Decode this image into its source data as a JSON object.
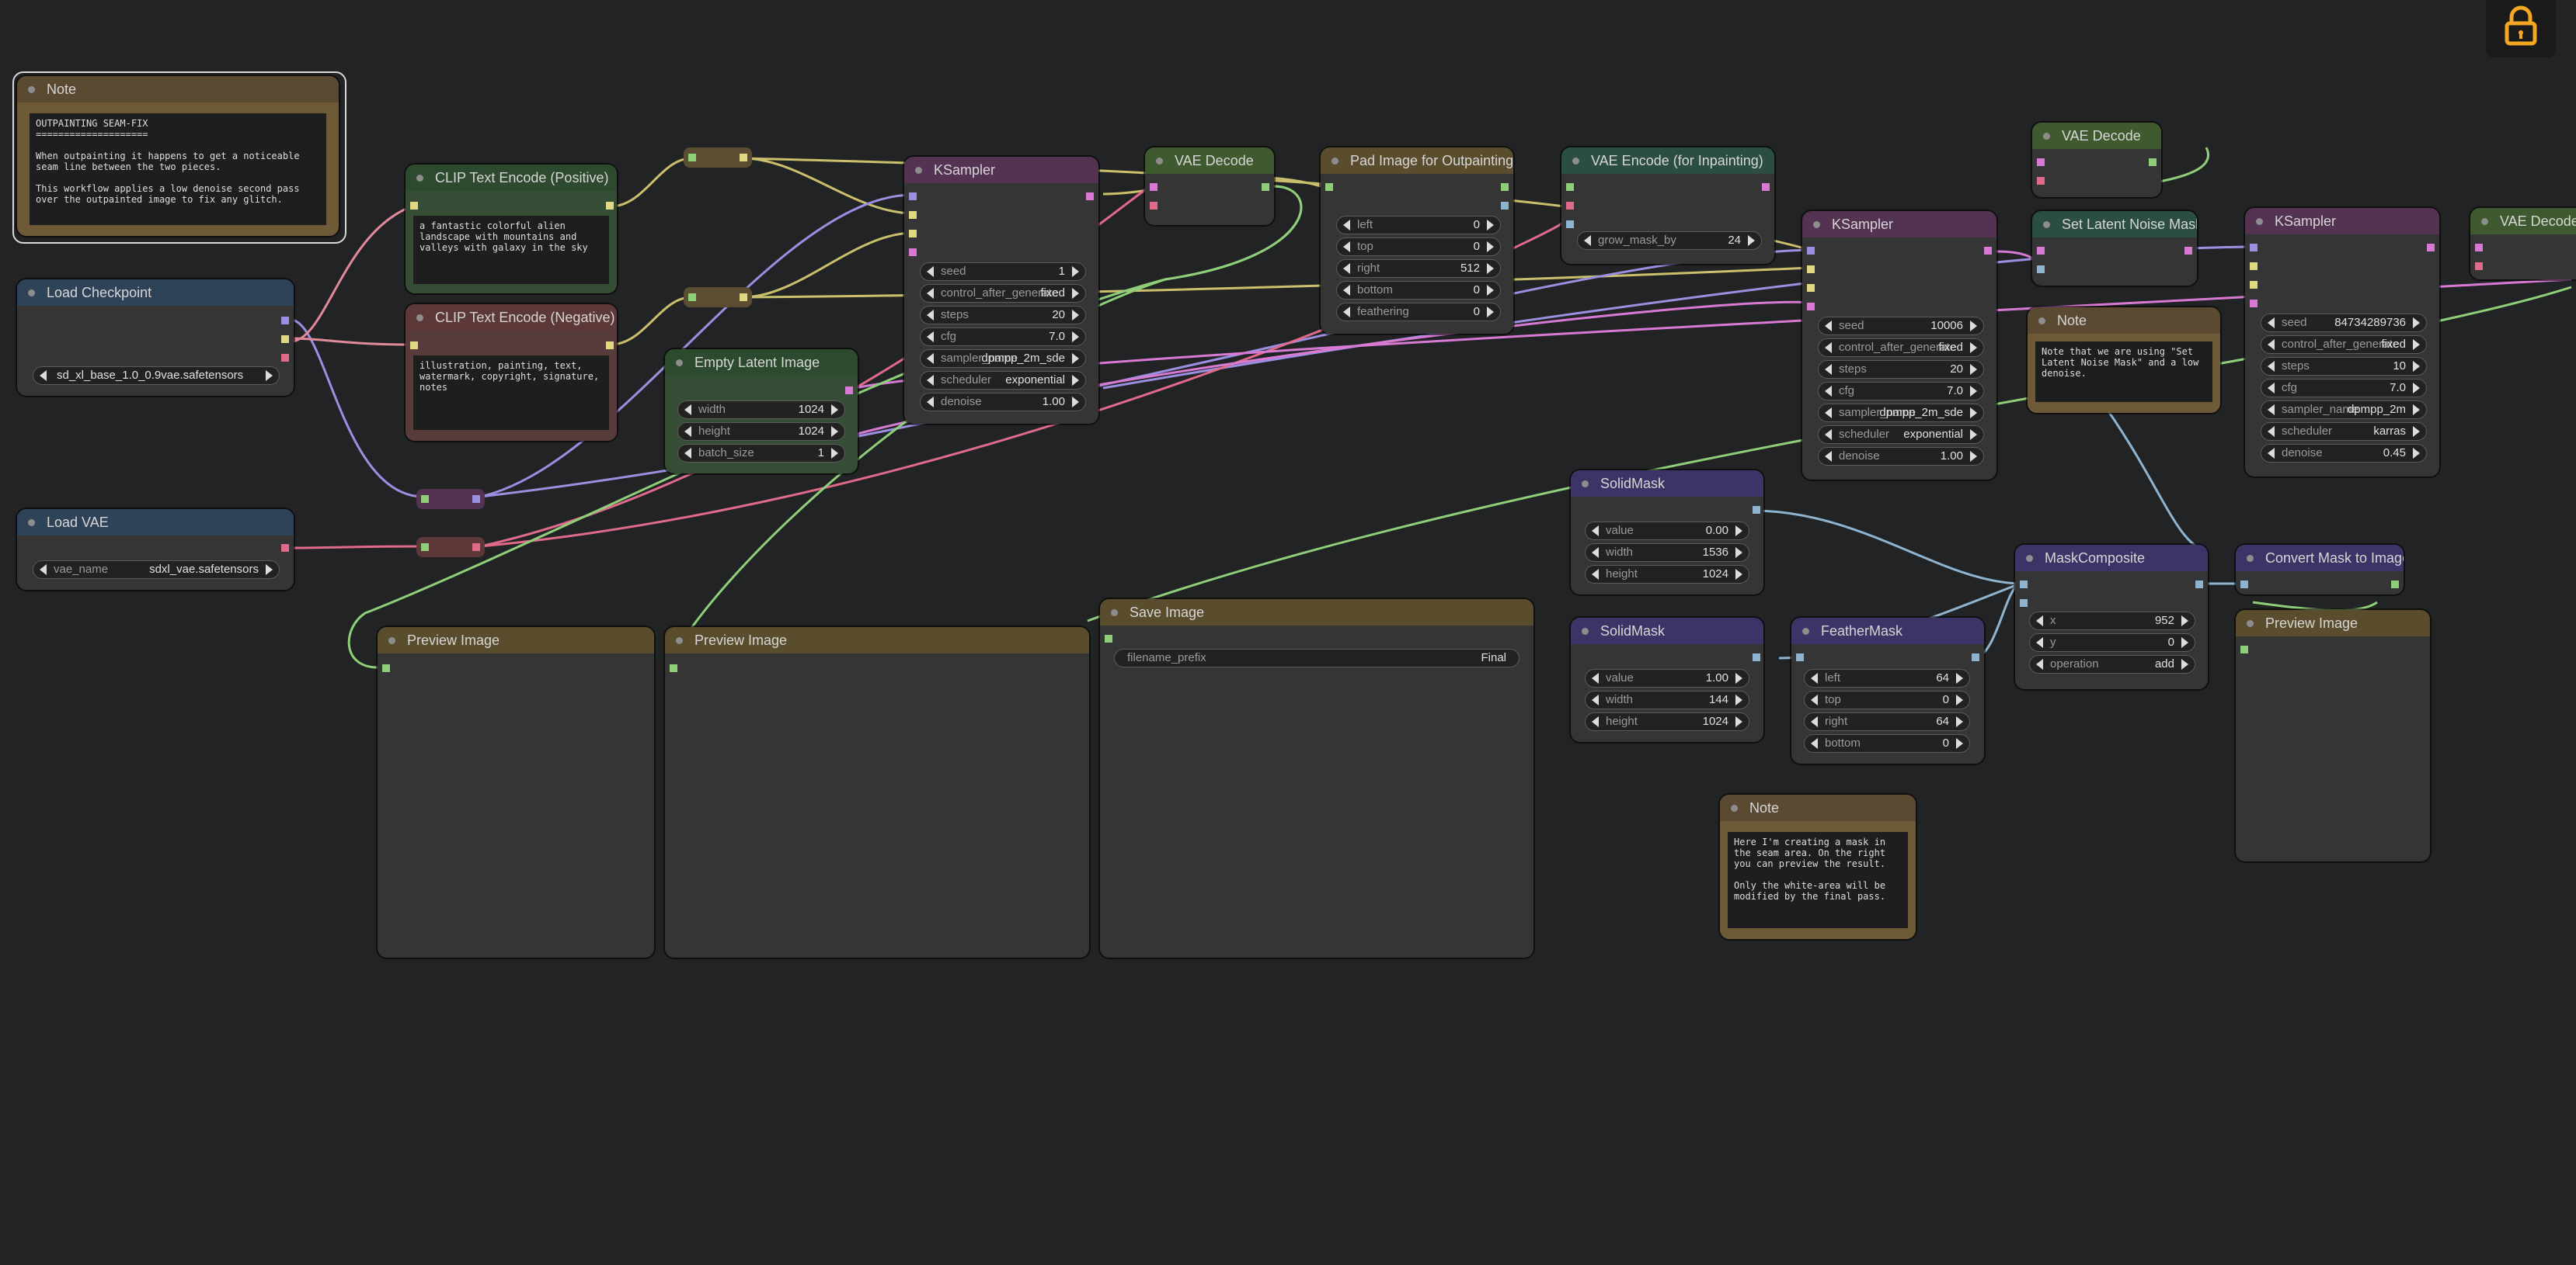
{
  "note_main": {
    "title": "Note",
    "text": "OUTPAINTING SEAM-FIX\n====================\n\nWhen outpainting it happens to get a noticeable seam line between the two pieces.\n\nThis workflow applies a low denoise second pass over the outpainted image to fix any glitch."
  },
  "load_checkpoint": {
    "title": "Load Checkpoint",
    "ckpt_value": "sd_xl_base_1.0_0.9vae.safetensors"
  },
  "load_vae": {
    "title": "Load VAE",
    "vae_label": "vae_name",
    "vae_value": "sdxl_vae.safetensors"
  },
  "clip_pos": {
    "title": "CLIP Text Encode (Positive)",
    "text": "a fantastic colorful alien landscape with mountains and valleys with galaxy in the sky"
  },
  "clip_neg": {
    "title": "CLIP Text Encode (Negative)",
    "text": "illustration, painting, text, watermark, copyright, signature, notes"
  },
  "empty_latent": {
    "title": "Empty Latent Image",
    "w_label": "width",
    "w_value": "1024",
    "h_label": "height",
    "h_value": "1024",
    "b_label": "batch_size",
    "b_value": "1"
  },
  "ksampler1": {
    "title": "KSampler",
    "seed_label": "seed",
    "seed_value": "1",
    "cag_label": "control_after_generate",
    "cag_value": "fixed",
    "steps_label": "steps",
    "steps_value": "20",
    "cfg_label": "cfg",
    "cfg_value": "7.0",
    "sampler_label": "sampler_name",
    "sampler_value": "dpmpp_2m_sde",
    "sched_label": "scheduler",
    "sched_value": "exponential",
    "denoise_label": "denoise",
    "denoise_value": "1.00"
  },
  "vae_decode1": {
    "title": "VAE Decode"
  },
  "pad_image": {
    "title": "Pad Image for Outpainting",
    "left_label": "left",
    "left_value": "0",
    "top_label": "top",
    "top_value": "0",
    "right_label": "right",
    "right_value": "512",
    "bottom_label": "bottom",
    "bottom_value": "0",
    "feather_label": "feathering",
    "feather_value": "0"
  },
  "vae_encode_inpaint": {
    "title": "VAE Encode (for Inpainting)",
    "grow_label": "grow_mask_by",
    "grow_value": "24"
  },
  "ksampler2": {
    "title": "KSampler",
    "seed_label": "seed",
    "seed_value": "10006",
    "cag_label": "control_after_generate",
    "cag_value": "fixed",
    "steps_label": "steps",
    "steps_value": "20",
    "cfg_label": "cfg",
    "cfg_value": "7.0",
    "sampler_label": "sampler_name",
    "sampler_value": "dpmpp_2m_sde",
    "sched_label": "scheduler",
    "sched_value": "exponential",
    "denoise_label": "denoise",
    "denoise_value": "1.00"
  },
  "vae_decode2": {
    "title": "VAE Decode"
  },
  "set_latent_noise_mask": {
    "title": "Set Latent Noise Mask"
  },
  "note_slnm": {
    "title": "Note",
    "text": "Note that we are using \"Set Latent Noise Mask\" and a low denoise."
  },
  "ksampler3": {
    "title": "KSampler",
    "seed_label": "seed",
    "seed_value": "84734289736",
    "cag_label": "control_after_generate",
    "cag_value": "fixed",
    "steps_label": "steps",
    "steps_value": "10",
    "cfg_label": "cfg",
    "cfg_value": "7.0",
    "sampler_label": "sampler_name",
    "sampler_value": "dpmpp_2m",
    "sched_label": "scheduler",
    "sched_value": "karras",
    "denoise_label": "denoise",
    "denoise_value": "0.45"
  },
  "vae_decode3": {
    "title": "VAE Decode"
  },
  "solidmask1": {
    "title": "SolidMask",
    "value_label": "value",
    "value_value": "0.00",
    "width_label": "width",
    "width_value": "1536",
    "height_label": "height",
    "height_value": "1024"
  },
  "solidmask2": {
    "title": "SolidMask",
    "value_label": "value",
    "value_value": "1.00",
    "width_label": "width",
    "width_value": "144",
    "height_label": "height",
    "height_value": "1024"
  },
  "feathermask": {
    "title": "FeatherMask",
    "left_label": "left",
    "left_value": "64",
    "top_label": "top",
    "top_value": "0",
    "right_label": "right",
    "right_value": "64",
    "bottom_label": "bottom",
    "bottom_value": "0"
  },
  "maskcomposite": {
    "title": "MaskComposite",
    "x_label": "x",
    "x_value": "952",
    "y_label": "y",
    "y_value": "0",
    "op_label": "operation",
    "op_value": "add"
  },
  "convert_mask": {
    "title": "Convert Mask to Image"
  },
  "preview1": {
    "title": "Preview Image"
  },
  "preview2": {
    "title": "Preview Image"
  },
  "preview3": {
    "title": "Preview Image"
  },
  "save_image": {
    "title": "Save Image",
    "prefix_label": "filename_prefix",
    "prefix_value": "Final"
  },
  "note_mask": {
    "title": "Note",
    "text": "Here I'm creating a mask in the seam area. On the right you can preview the result.\n\nOnly the white-area will be modified by the final pass."
  },
  "colors": {
    "clip_wire": "#e0d883",
    "model_wire": "#a8a0e0",
    "vae_wire": "#ff6e8a",
    "latent_wire": "#ff9cf9",
    "image_wire": "#64b5f6",
    "mask_wire": "#81c784",
    "conditioning_wire": "#ffa931",
    "lock": "#f5a623"
  },
  "icons": {
    "lock": "lock-icon"
  }
}
